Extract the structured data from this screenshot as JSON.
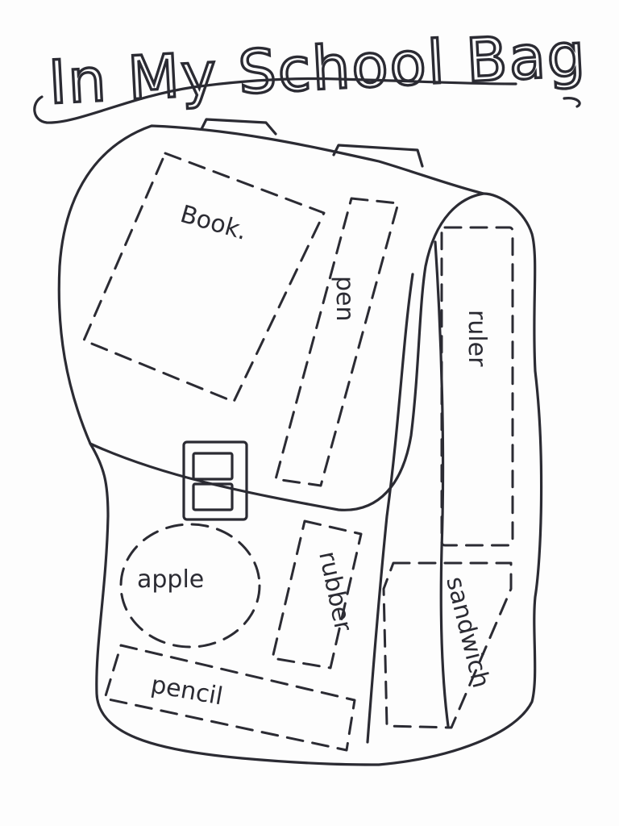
{
  "title": "In My School Bag",
  "items": {
    "book": "Book.",
    "pen": "pen",
    "ruler": "ruler",
    "apple": "apple",
    "rubber": "rubber",
    "sandwich": "sandwich",
    "pencil": "pencil"
  }
}
